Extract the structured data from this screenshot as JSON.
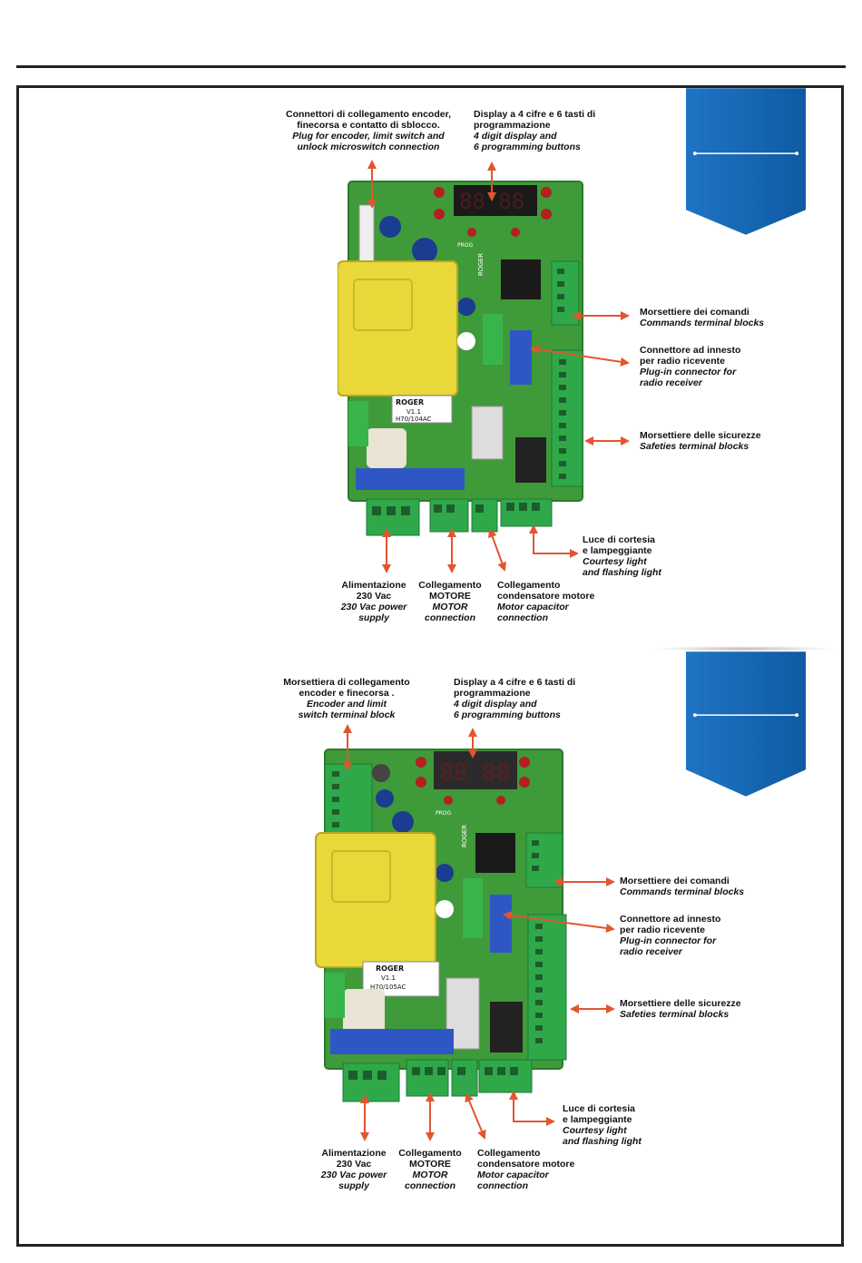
{
  "section1": {
    "callouts": {
      "encoder_plug": {
        "it_line1": "Connettori di collegamento encoder,",
        "it_line2": "finecorsa e contatto di sblocco.",
        "en_line1": "Plug for encoder, limit switch and",
        "en_line2": "unlock microswitch connection"
      },
      "display": {
        "it_line1": "Display a 4 cifre e 6 tasti di",
        "it_line2": "programmazione",
        "en_line1": "4 digit display and",
        "en_line2": "6 programming buttons"
      },
      "commands": {
        "it": "Morsettiere dei  comandi",
        "en": "Commands terminal blocks"
      },
      "radio": {
        "it_line1": "Connettore ad innesto",
        "it_line2": "per radio ricevente",
        "en_line1": "Plug-in connector for",
        "en_line2": "radio receiver"
      },
      "safeties": {
        "it": "Morsettiere delle sicurezze",
        "en": "Safeties terminal blocks"
      },
      "courtesy": {
        "it_line1": "Luce di cortesia",
        "it_line2": "e lampeggiante",
        "en_line1": "Courtesy light",
        "en_line2": "and flashing light"
      },
      "power": {
        "it_line1": "Alimentazione",
        "it_line2": "230 Vac",
        "en_line1": "230 Vac power",
        "en_line2": "supply"
      },
      "motor": {
        "it_line1": "Collegamento",
        "it_line2": "MOTORE",
        "en_line1": "MOTOR",
        "en_line2": "connection"
      },
      "capacitor": {
        "it_line1": "Collegamento",
        "it_line2": "condensatore motore",
        "en_line1": "Motor capacitor",
        "en_line2": "connection"
      }
    },
    "board": {
      "brand": "ROGER",
      "version": "V1.1",
      "model": "H70/104AC",
      "prog": "PROG"
    }
  },
  "section2": {
    "callouts": {
      "encoder_terminal": {
        "it_line1": "Morsettiera di collegamento",
        "it_line2": "encoder e finecorsa .",
        "en_line1": "Encoder and limit",
        "en_line2": "switch terminal block"
      },
      "display": {
        "it_line1": "Display a 4 cifre e 6 tasti di",
        "it_line2": "programmazione",
        "en_line1": "4 digit display and",
        "en_line2": "6 programming buttons"
      },
      "commands": {
        "it": "Morsettiere dei  comandi",
        "en": "Commands terminal blocks"
      },
      "radio": {
        "it_line1": "Connettore ad innesto",
        "it_line2": "per radio ricevente",
        "en_line1": "Plug-in connector for",
        "en_line2": "radio receiver"
      },
      "safeties": {
        "it": "Morsettiere delle sicurezze",
        "en": "Safeties terminal blocks"
      },
      "courtesy": {
        "it_line1": "Luce di cortesia",
        "it_line2": "e lampeggiante",
        "en_line1": "Courtesy light",
        "en_line2": "and flashing light"
      },
      "power": {
        "it_line1": "Alimentazione",
        "it_line2": "230 Vac",
        "en_line1": "230 Vac power",
        "en_line2": "supply"
      },
      "motor": {
        "it_line1": "Collegamento",
        "it_line2": "MOTORE",
        "en_line1": "MOTOR",
        "en_line2": "connection"
      },
      "capacitor": {
        "it_line1": "Collegamento",
        "it_line2": "condensatore motore",
        "en_line1": "Motor capacitor",
        "en_line2": "connection"
      }
    },
    "board": {
      "brand": "ROGER",
      "version": "V1.1",
      "model": "H70/105AC",
      "prog": "PROG"
    }
  },
  "colors": {
    "ribbon": "#1565b4",
    "arrow": "#e2552f",
    "pcb": "#3f9a3a",
    "terminal": "#2fa84a",
    "transformer": "#e8d83a"
  }
}
